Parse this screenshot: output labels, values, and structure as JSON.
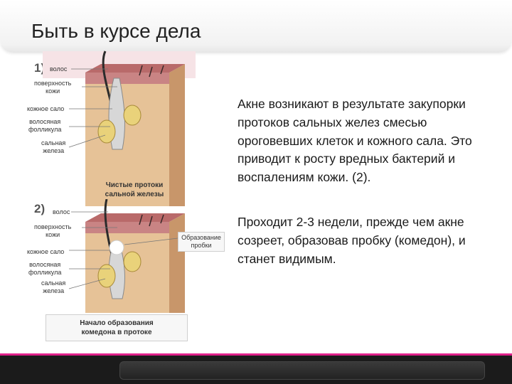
{
  "slide": {
    "title": "Быть в курсе дела"
  },
  "diagram": {
    "panel1": {
      "number": "1)",
      "labels": {
        "hair": "волос",
        "skin_surface": "поверхность\nкожи",
        "sebum": "кожное сало",
        "follicle": "волосяная\nфолликула",
        "gland": "сальная\nжелеза"
      },
      "caption": "Чистые протоки\nсальной железы"
    },
    "panel2": {
      "number": "2)",
      "labels": {
        "hair": "волос",
        "skin_surface": "поверхность\nкожи",
        "sebum": "кожное сало",
        "follicle": "волосяная\nфолликула",
        "gland": "сальная\nжелеза",
        "plug": "Образование\nпробки"
      },
      "caption": "Начало образования\nкомедона  в протоке"
    }
  },
  "text": {
    "paragraph1": "Акне возникают в результате закупорки протоков сальных желез  смесью ороговевших клеток и кожного сала. Это приводит к росту вредных бактерий и воспалениям кожи. (2).",
    "paragraph2": "Проходит 2-3 недели, прежде чем акне созреет, образовав пробку (комедон), и станет видимым."
  },
  "colors": {
    "accent": "#e0218a",
    "skin_top": "#c98a8a",
    "skin_body": "#e8c49a",
    "gland": "#e9d27a"
  }
}
